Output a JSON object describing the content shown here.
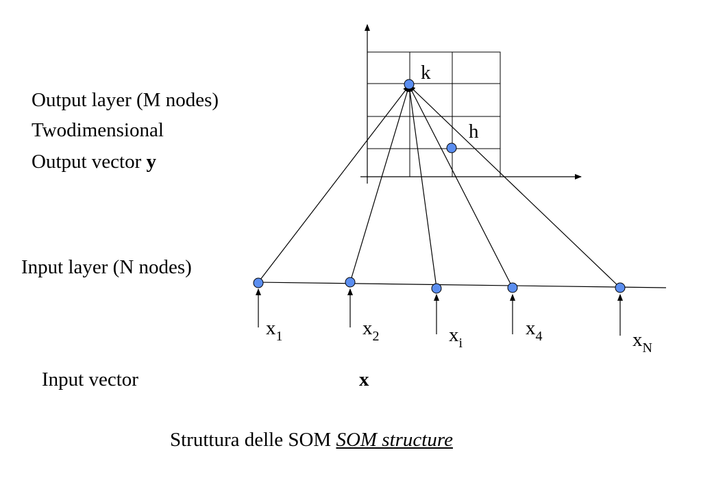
{
  "output_layer": {
    "line1": "Output layer (M nodes)",
    "line2": "Twodimensional",
    "line3_text": "Output vector ",
    "line3_symbol": "y"
  },
  "grid_nodes": {
    "k": "k",
    "h": "h"
  },
  "input_layer": {
    "label": "Input layer (N  nodes)",
    "inputs": [
      {
        "base": "x",
        "sub": "1"
      },
      {
        "base": "x",
        "sub": "2"
      },
      {
        "base": "x",
        "sub": "i"
      },
      {
        "base": "x",
        "sub": "4"
      },
      {
        "base": "x",
        "sub": "N"
      }
    ]
  },
  "input_vector": {
    "label": "Input vector",
    "symbol": "x"
  },
  "caption": {
    "it": "Struttura delle SOM ",
    "en": "SOM structure"
  },
  "colors": {
    "node_fill": "#5b8ef0",
    "stroke": "#000000"
  }
}
